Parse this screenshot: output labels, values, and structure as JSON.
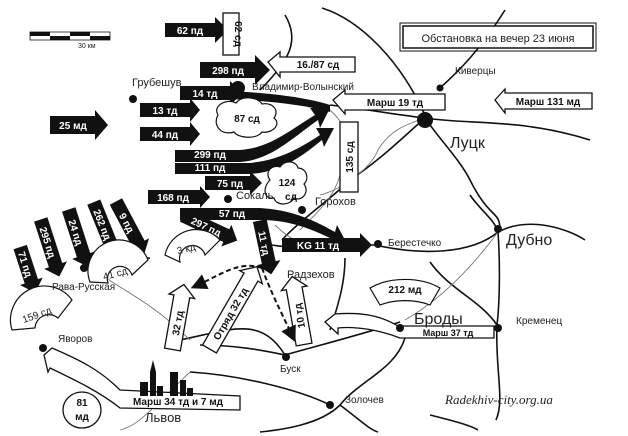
{
  "title": "Обстановка на  вечер 23 июня",
  "scale": {
    "label": "30 км"
  },
  "watermark": "Radekhiv-city.org.ua",
  "colors": {
    "ink": "#111111",
    "paper": "#ffffff",
    "road": "#555555"
  },
  "cities": {
    "hrubieszow": "Грубешув",
    "vladimir": "Владимир-Волынский",
    "kivertsy": "Киверцы",
    "lutsk": "Луцк",
    "sokal": "Сокаль",
    "horokhov": "Горохов",
    "berestechko": "Берестечко",
    "dubno": "Дубно",
    "rava": "Рава-Русская",
    "radekhov": "Радзехов",
    "brody": "Броды",
    "kremenets": "Кременец",
    "yavorov": "Яворов",
    "busk": "Буск",
    "lvov": "Львов",
    "zolochev": "Золочев"
  },
  "german_units": {
    "d62": "62 пд",
    "d298": "298 пд",
    "d14": "14 тд",
    "d13": "13 тд",
    "d44": "44 пд",
    "d25": "25 мд",
    "d299": "299 пд",
    "d111": "111 пд",
    "d75": "75 пд",
    "d168": "168 пд",
    "d57": "57 пд",
    "d297": "297 пд",
    "d11": "11 тд",
    "kg11": "KG 11 тд",
    "d9": "9 пд",
    "d262": "262 пд",
    "d24": "24 пд",
    "d295": "295 пд",
    "d71": "71 пд"
  },
  "soviet_units": {
    "sd62": "62 сд",
    "sd16_87": "16./87 сд",
    "sd87": "87 сд",
    "sd135": "135 сд",
    "sd124_a": "124",
    "sd124_b": "сд",
    "march19": "Марш 19 тд",
    "march131": "Марш 131 мд",
    "kd3": "3 кд",
    "sd41": "41 сд",
    "sd159": "159 сд",
    "md212": "212 мд",
    "td32": "32 тд",
    "otryad32": "Отряд 32 тд",
    "td10": "10 тд",
    "march37": "Марш 37 тд",
    "march34": "Марш 34 тд и 7 мд",
    "md81_a": "81",
    "md81_b": "мд"
  }
}
